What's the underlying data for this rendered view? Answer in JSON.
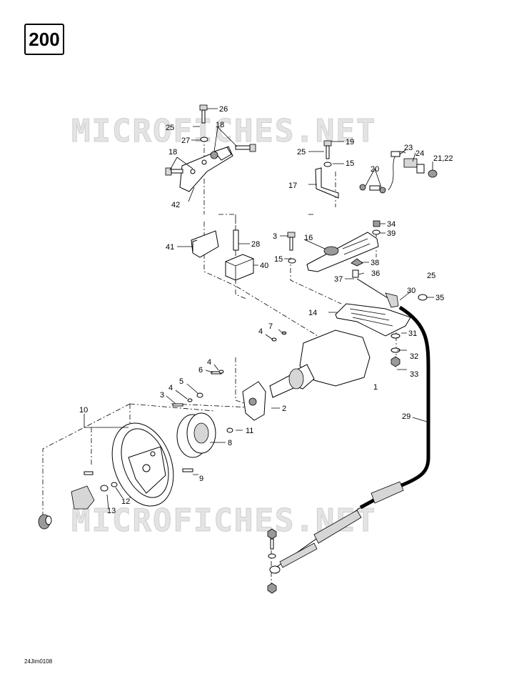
{
  "page": {
    "number": "200",
    "code": "24Jim0108"
  },
  "watermark": {
    "text": "MICROFICHES.NET"
  },
  "callouts": {
    "c26": "26",
    "c25a": "25",
    "c27": "27",
    "c18a": "18",
    "c18b": "18",
    "c42": "42",
    "c19": "19",
    "c25b": "25",
    "c15a": "15",
    "c17": "17",
    "c23": "23",
    "c24": "24",
    "c2122": "21,22",
    "c20": "20",
    "c41": "41",
    "c28": "28",
    "c40": "40",
    "c3a": "3",
    "c16": "16",
    "c15b": "15",
    "c34": "34",
    "c39": "39",
    "c38": "38",
    "c37": "37",
    "c36": "36",
    "c25c": "25",
    "c30": "30",
    "c35": "35",
    "c14": "14",
    "c31": "31",
    "c7": "7",
    "c4a": "4",
    "c1": "1",
    "c32": "32",
    "c33": "33",
    "c4b": "4",
    "c6": "6",
    "c5": "5",
    "c4c": "4",
    "c3b": "3",
    "c2": "2",
    "c10": "10",
    "c11": "11",
    "c8": "8",
    "c29": "29",
    "c9": "9",
    "c12": "12",
    "c13": "13"
  }
}
